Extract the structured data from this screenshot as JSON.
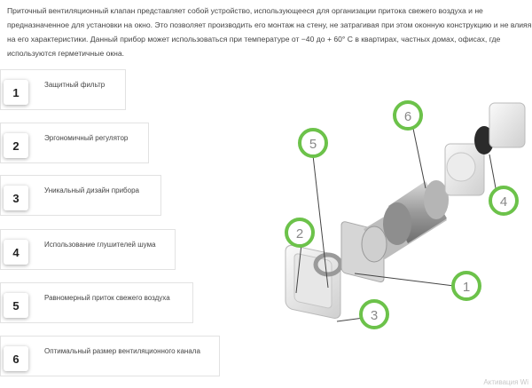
{
  "intro": "Приточный вентиляционный клапан представляет собой устройство, использующееся для организации притока свежего воздуха и не предназначенное для установки на окно. Это позволяет производить его монтаж на стену, не затрагивая при этом оконную конструкцию и не влияя на его характеристики. Данный прибор может использоваться при температуре от −40 до + 60° С в квартирах, частных домах, офисах, где используются герметичные окна.",
  "features": [
    {
      "num": "1",
      "label": "Защитный фильтр"
    },
    {
      "num": "2",
      "label": "Эргономичный регулятор"
    },
    {
      "num": "3",
      "label": "Уникальный дизайн прибора"
    },
    {
      "num": "4",
      "label": "Использование глушителей шума"
    },
    {
      "num": "5",
      "label": "Равномерный приток свежего воздуха"
    },
    {
      "num": "6",
      "label": "Оптимальный размер вентиляционного канала"
    }
  ],
  "diagram_markers": [
    "1",
    "2",
    "3",
    "4",
    "5",
    "6"
  ],
  "accent_color": "#6cc24a",
  "watermark": "Активация Wi"
}
